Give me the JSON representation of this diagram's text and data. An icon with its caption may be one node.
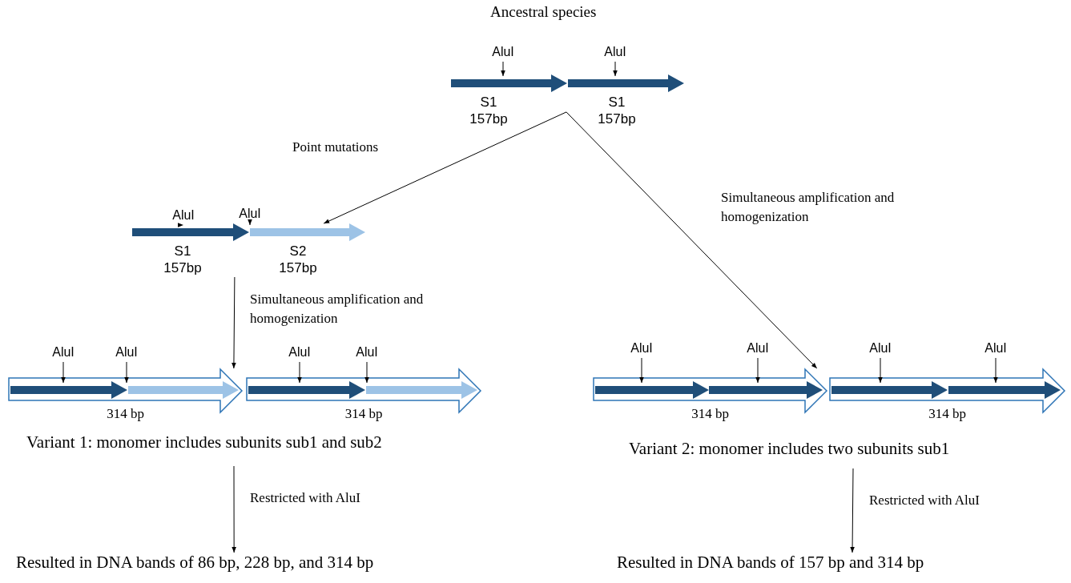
{
  "diagram": {
    "nodes": [
      {
        "text": [
          "AluI"
        ]
      },
      {
        "text": [
          "AluI"
        ]
      },
      {
        "text": [
          "S1 157bp"
        ]
      },
      {
        "text": [
          "S1 157bp"
        ]
      },
      {
        "text": [
          "AluI"
        ]
      },
      {
        "text": [
          "AluI"
        ]
      },
      {
        "text": [
          "S1 157bp"
        ]
      },
      {
        "text": [
          "S2 157bp"
        ]
      },
      {
        "text": [
          "314 bp"
        ]
      },
      {
        "text": [
          "314 bp"
        ]
      },
      {
        "text": [],
        "shape": "arrow",
        "in": 8
      },
      {
        "text": [],
        "shape": "arrow",
        "in": 8
      },
      {
        "text": [],
        "shape": "arrow",
        "in": 9
      },
      {
        "text": [],
        "shape": "arrow",
        "in": 9
      },
      {
        "text": [
          "AluI"
        ]
      },
      {
        "text": [
          "AluI"
        ]
      },
      {
        "text": [
          "AluI"
        ]
      },
      {
        "text": [
          "AluI"
        ]
      },
      {
        "text": [
          "314 bp"
        ]
      },
      {
        "text": [
          "314 bp"
        ]
      },
      {
        "text": [],
        "shape": "arrow",
        "in": 18
      },
      {
        "text": [],
        "shape": "arrow",
        "in": 18
      },
      {
        "text": [],
        "shape": "arrow",
        "in": 19
      },
      {
        "text": [],
        "shape": "arrow",
        "in": 19
      },
      {
        "text": [
          "AluI"
        ]
      },
      {
        "text": [
          "AluI"
        ]
      },
      {
        "text": [
          "AluI"
        ]
      },
      {
        "text": [
          "AluI"
        ]
      },
      {
        "text": [
          "Resulted in DNA bands of 86 bp, 228 bp, and 314 bp"
        ]
      },
      {
        "text": [
          "Resulted in DNA bands of 157 bp and 314 bp"
        ]
      }
    ],
    "edges": [
      {
        "from": 0,
        "to": 2,
        "arrow": "to"
      },
      {
        "from": 1,
        "to": 3,
        "arrow": "to"
      },
      {
        "from": 4,
        "to": 6,
        "arrow": "to"
      },
      {
        "from": 5,
        "to": 7,
        "arrow": "to"
      },
      {
        "from": 14,
        "to": 10,
        "arrow": "to"
      },
      {
        "from": 15,
        "to": 11,
        "arrow": "to"
      },
      {
        "from": 16,
        "to": 12,
        "arrow": "to"
      },
      {
        "from": 17,
        "to": 13,
        "arrow": "to"
      },
      {
        "from": 24,
        "to": 20,
        "arrow": "to"
      },
      {
        "from": 25,
        "to": 21,
        "arrow": "to"
      },
      {
        "from": 26,
        "to": 22,
        "arrow": "to"
      },
      {
        "from": 27,
        "to": 23,
        "arrow": "to"
      },
      {
        "from": 2,
        "to": 7,
        "arrow": "to",
        "label": "Point mutations"
      },
      {
        "from": 2,
        "to": 18,
        "arrow": "to",
        "label": "Simultaneous amplification and homogenization"
      },
      {
        "from": 6,
        "to": 8,
        "arrow": "to",
        "label": "Simultaneous amplification and homogenization"
      },
      {
        "from": null,
        "to": 28,
        "arrow": "to",
        "label": "Restricted with AluI"
      },
      {
        "from": null,
        "to": 29,
        "arrow": "to",
        "label": "Restricted with AluI"
      }
    ],
    "labels": [
      "Ancestral species",
      "Variant 1: monomer includes subunits sub1 and sub2",
      "Variant 2: monomer includes two subunits sub1"
    ]
  }
}
